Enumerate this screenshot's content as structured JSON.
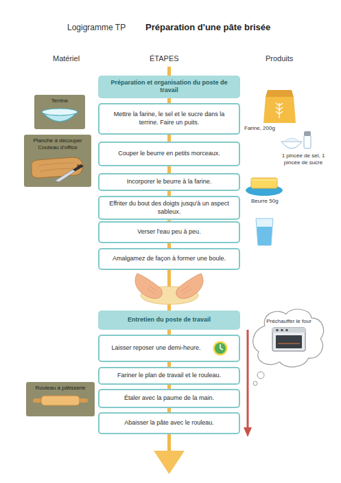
{
  "diagram": {
    "title": "Préparation d'une pâte brisée",
    "nodes": [
      {
        "text": [
          "Préparation et organisation du poste de travail"
        ]
      },
      {
        "text": [
          "Mettre la farine, le sel et le sucre dans la terrine. Faire un puits."
        ]
      },
      {
        "text": [
          "Couper le beurre en petits morceaux."
        ]
      },
      {
        "text": [
          "Incorporer le beurre à la farine."
        ]
      },
      {
        "text": [
          "Effriter du bout des doigts jusqu'à un aspect sableux."
        ]
      },
      {
        "text": [
          "Verser l'eau peu à peu."
        ]
      },
      {
        "text": [
          "Amalgamez de façon à former une boule."
        ]
      },
      {
        "text": [
          "Entretien du poste de travail"
        ]
      },
      {
        "text": [
          "Laisser reposer une demi-heure."
        ]
      },
      {
        "text": [
          "Fariner le plan de travail et le rouleau."
        ]
      },
      {
        "text": [
          "Étaler avec la paume de la main."
        ]
      },
      {
        "text": [
          "Abaisser la pâte avec le rouleau."
        ]
      },
      {
        "text": [
          "Terrine"
        ]
      },
      {
        "text": [
          "Planche à découper",
          "Couteau d'office"
        ]
      },
      {
        "text": [
          "Rouleau à pâtisserie"
        ]
      },
      {
        "text": [
          "Préchauffer le four"
        ]
      }
    ],
    "edges": [
      {
        "from": 0,
        "to": 1,
        "arrow": "none"
      },
      {
        "from": 1,
        "to": 2,
        "arrow": "none"
      },
      {
        "from": 2,
        "to": 3,
        "arrow": "none"
      },
      {
        "from": 3,
        "to": 4,
        "arrow": "none"
      },
      {
        "from": 4,
        "to": 5,
        "arrow": "none"
      },
      {
        "from": 5,
        "to": 6,
        "arrow": "none"
      },
      {
        "from": 6,
        "to": 7,
        "arrow": "none"
      },
      {
        "from": 7,
        "to": 8,
        "arrow": "none"
      },
      {
        "from": 8,
        "to": 9,
        "arrow": "none"
      },
      {
        "from": 9,
        "to": 10,
        "arrow": "none"
      },
      {
        "from": 10,
        "to": 11,
        "arrow": "none"
      }
    ],
    "labels": [
      "Logigramme TP",
      "Matériel",
      "ÉTAPES",
      "Produits",
      "Farine, 200g",
      "1 pincée de sel, 1 pincée de sucre",
      "Beurre 50g"
    ]
  }
}
